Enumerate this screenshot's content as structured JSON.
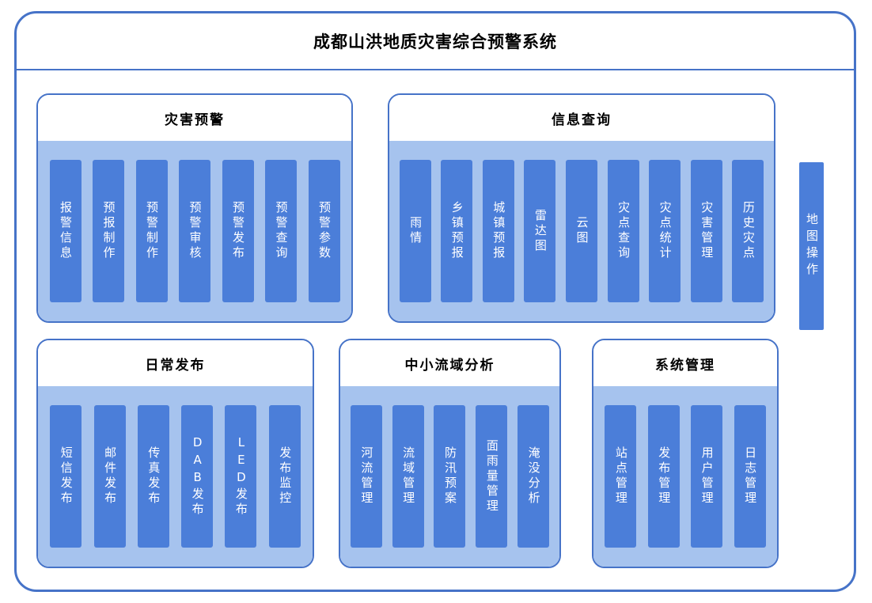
{
  "title": "成都山洪地质灾害综合预警系统",
  "panels": [
    {
      "title": "灾害预警",
      "items": [
        "报警信息",
        "预报制作",
        "预警制作",
        "预警审核",
        "预警发布",
        "预警查询",
        "预警参数"
      ]
    },
    {
      "title": "信息查询",
      "items": [
        "雨情",
        "乡镇预报",
        "城镇预报",
        "雷达图",
        "云图",
        "灾点查询",
        "灾点统计",
        "灾害管理",
        "历史灾点"
      ]
    },
    {
      "title": "日常发布",
      "items": [
        "短信发布",
        "邮件发布",
        "传真发布",
        "DAB发布",
        "LED发布",
        "发布监控"
      ]
    },
    {
      "title": "中小流域分析",
      "items": [
        "河流管理",
        "流域管理",
        "防汛预案",
        "面雨量管理",
        "淹没分析"
      ]
    },
    {
      "title": "系统管理",
      "items": [
        "站点管理",
        "发布管理",
        "用户管理",
        "日志管理"
      ]
    }
  ],
  "side_bar": {
    "label": "地图操作"
  },
  "colors": {
    "border": "#4673C8",
    "panel_body": "#A6C3EE",
    "bar": "#4B7ED9",
    "bar_text": "#FFFFFF"
  }
}
